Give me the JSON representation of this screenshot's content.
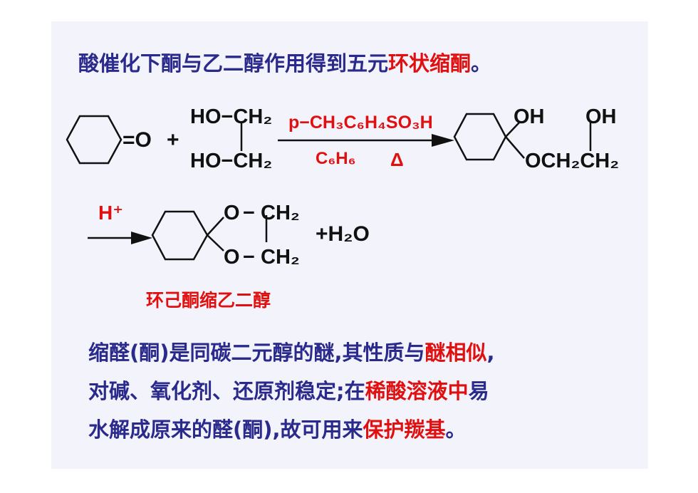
{
  "heading": {
    "plain": "酸催化下酮与乙二醇作用得到五元",
    "highlight": "环状缩酮",
    "end": "。"
  },
  "reaction1": {
    "oxo": "=O",
    "plus": "+",
    "diol_top": "HO−CH₂",
    "diol_bottom": "HO−CH₂",
    "catalyst": "p−CH₃C₆H₄SO₃H",
    "solvent": "C₆H₆",
    "heat": "Δ",
    "oh1": "OH",
    "oh2": "OH",
    "och2ch2": "OCH₂CH₂"
  },
  "reaction2": {
    "acid": "H⁺",
    "ring_o_top": "O",
    "ring_ch2_top": "CH₂",
    "ring_o_bottom": "O",
    "ring_ch2_bottom": "CH₂",
    "dash_top": "−",
    "dash_bottom": "−",
    "byproduct": "+H₂O",
    "product_name": "环己酮缩乙二醇"
  },
  "body": {
    "line1": {
      "plain": "缩醛(酮)是同碳二元醇的醚,其性质与",
      "highlight": "醚相似",
      "end": ","
    },
    "line2": {
      "plain": "对碱、氧化剂、还原剂稳定;在",
      "highlight": "稀酸溶液中",
      "end": "易"
    },
    "line3": {
      "plain": "水解成原来的醛(酮),故可用来",
      "highlight": "保护羰基",
      "end": "。"
    }
  },
  "colors": {
    "text_blue": "#2a2a8c",
    "highlight_red": "#e01010",
    "slide_bg": "#f3f3fb"
  }
}
